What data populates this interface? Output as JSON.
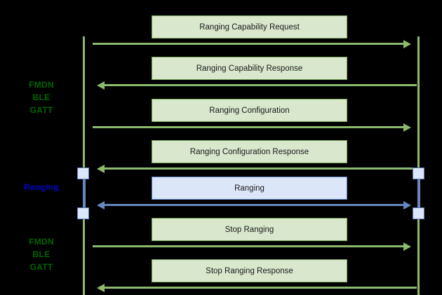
{
  "diagram": {
    "type": "uml-sequence-diagram",
    "background_color": "#000000",
    "colors": {
      "green_fill": "#d9e7cd",
      "green_stroke": "#7aa85a",
      "green_line": "#8cb96d",
      "green_text": "#006600",
      "blue_fill": "#dbe7f8",
      "blue_stroke": "#5a7dbb",
      "blue_line": "#6688bf",
      "blue_text": "#0000cc",
      "message_text": "#1a1a1a"
    },
    "phase_labels": [
      {
        "id": "phase-fmdn-ble-gatt-top",
        "text": "FMDN\nBLE\nGATT",
        "color_key": "green_text"
      },
      {
        "id": "phase-ranging",
        "text": "Ranging",
        "color_key": "blue_text"
      },
      {
        "id": "phase-fmdn-ble-gatt-bottom",
        "text": "FMDN\nBLE\nGATT",
        "color_key": "green_text"
      }
    ],
    "lifelines": [
      {
        "id": "lifeline-left",
        "name": "left-lifeline"
      },
      {
        "id": "lifeline-right",
        "name": "right-lifeline"
      }
    ],
    "messages": [
      {
        "id": "msg-1",
        "label": "Ranging Capability Request",
        "direction": "left-to-right",
        "style": "green"
      },
      {
        "id": "msg-2",
        "label": "Ranging Capability Response",
        "direction": "right-to-left",
        "style": "green"
      },
      {
        "id": "msg-3",
        "label": "Ranging Configuration",
        "direction": "left-to-right",
        "style": "green"
      },
      {
        "id": "msg-4",
        "label": "Ranging Configuration Response",
        "direction": "right-to-left",
        "style": "green"
      },
      {
        "id": "msg-5",
        "label": "Ranging",
        "direction": "bidirectional",
        "style": "blue"
      },
      {
        "id": "msg-6",
        "label": "Stop Ranging",
        "direction": "left-to-right",
        "style": "green"
      },
      {
        "id": "msg-7",
        "label": "Stop Ranging Response",
        "direction": "right-to-left",
        "style": "green"
      }
    ],
    "activations": [
      {
        "id": "activation-left-start",
        "side": "left",
        "position": "ranging-begin"
      },
      {
        "id": "activation-left-end",
        "side": "left",
        "position": "ranging-end"
      },
      {
        "id": "activation-right-start",
        "side": "right",
        "position": "ranging-begin"
      },
      {
        "id": "activation-right-end",
        "side": "right",
        "position": "ranging-end"
      }
    ]
  }
}
